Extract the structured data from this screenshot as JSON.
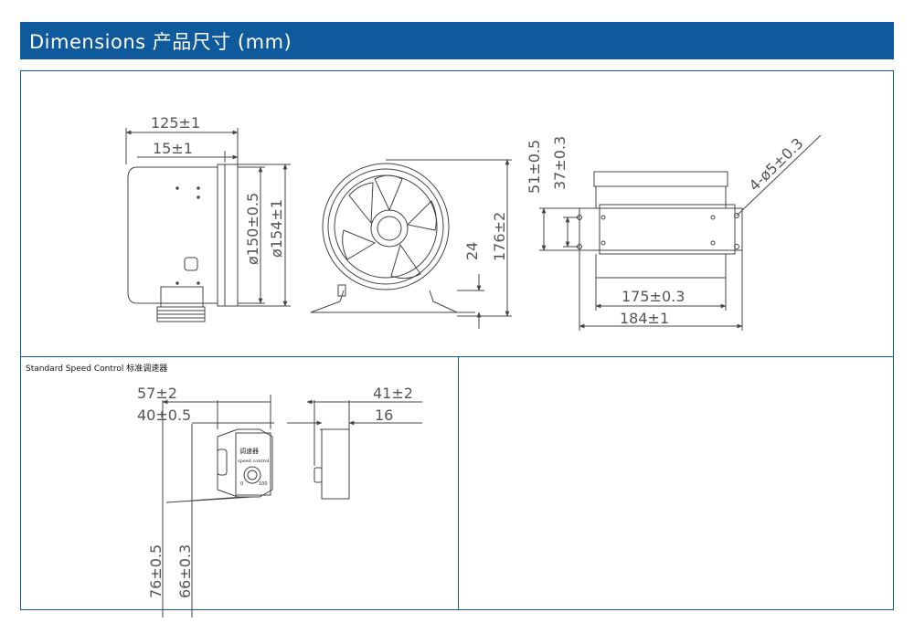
{
  "header": {
    "title": "Dimensions 产品尺寸 (mm)",
    "color": "#0e5a9c"
  },
  "side_view": {
    "dim_overall_length": "125±1",
    "dim_flange_length": "15±1",
    "dim_inner_diameter": "ø150±0.5",
    "dim_outer_diameter": "ø154±1"
  },
  "front_view": {
    "dim_base_height": "24",
    "dim_total_height": "176±2"
  },
  "top_view": {
    "dim_bracket_height": "51±0.5",
    "dim_hole_spacing": "37±0.3",
    "dim_holes": "4-ø5±0.3",
    "dim_body_width": "175±0.3",
    "dim_overall_width": "184±1"
  },
  "speed_control": {
    "label": "Standard Speed Control 标准调速器",
    "dim_width_outer": "57±2",
    "dim_width_inner": "40±0.5",
    "dim_depth_outer": "41±2",
    "dim_depth_inner": "16",
    "dim_height_outer": "76±0.5",
    "dim_height_inner": "66±0.3",
    "device_label_cn": "调速器",
    "device_label_en": "speed control",
    "dial_min": "0",
    "dial_max": "100"
  }
}
